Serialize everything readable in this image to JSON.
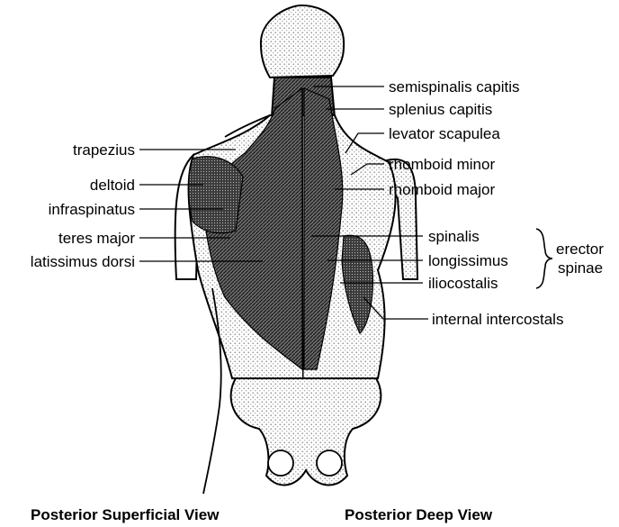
{
  "superficial_labels": {
    "trapezius": "trapezius",
    "deltoid": "deltoid",
    "infraspinatus": "infraspinatus",
    "teres_major": "teres major",
    "latissimus_dorsi": "latissimus dorsi"
  },
  "deep_labels": {
    "semispinalis_capitis": "semispinalis capitis",
    "splenius_capitis": "splenius capitis",
    "levator_scapulea": "levator scapulea",
    "rhomboid_minor": "rhomboid minor",
    "rhomboid_major": "rhomboid major",
    "spinalis": "spinalis",
    "longissimus": "longissimus",
    "iliocostalis": "iliocostalis",
    "internal_intercostals": "internal intercostals"
  },
  "group_label": {
    "line1": "erector",
    "line2": "spinae"
  },
  "captions": {
    "left": "Posterior Superficial View",
    "right": "Posterior Deep View"
  }
}
